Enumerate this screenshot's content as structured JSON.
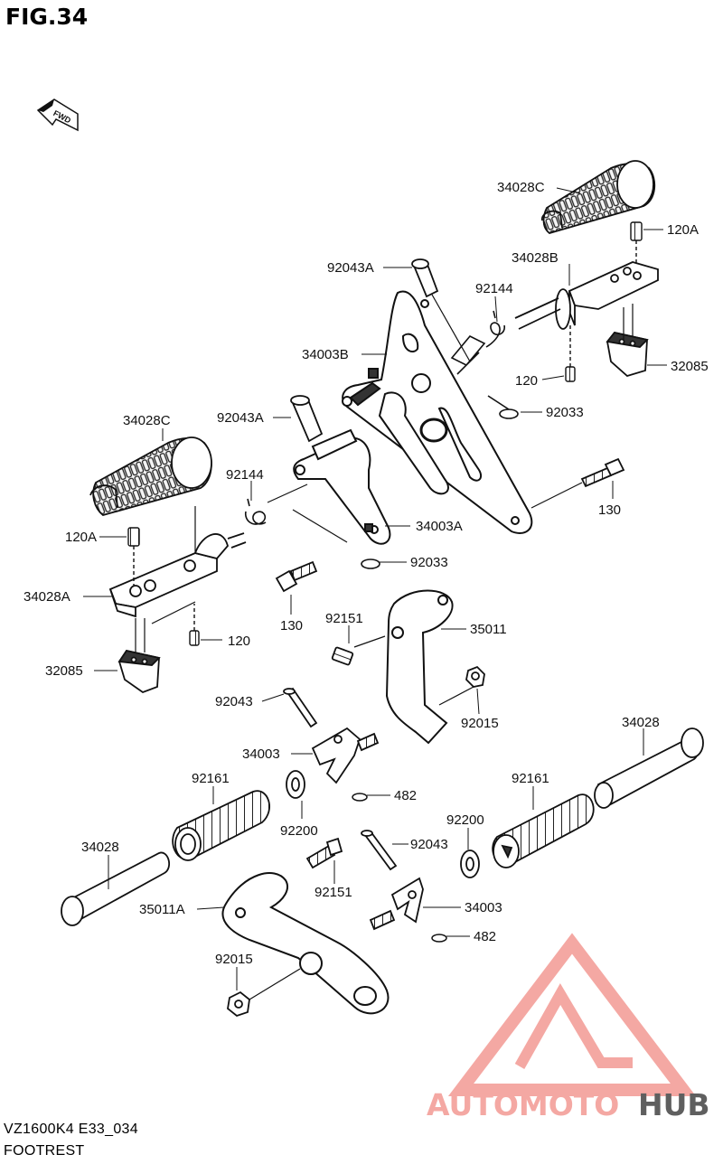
{
  "figure": {
    "title": "FIG.34",
    "direction_marker": "FWD",
    "model_code": "VZ1600K4 E33_034",
    "section_name": "FOOTREST"
  },
  "watermark": {
    "part1": "AUTOMOTO",
    "part2": "HUB",
    "color_primary": "#f39a93",
    "color_secondary": "#444444",
    "icon": "triangle-logo-icon"
  },
  "part_labels": {
    "p34028C_top": "34028C",
    "p120A_top": "120A",
    "p34028B": "34028B",
    "p92043A_top": "92043A",
    "p92144_top": "92144",
    "p34003B": "34003B",
    "p120_top": "120",
    "p32085_top": "32085",
    "p92033_top": "92033",
    "p34028C_left": "34028C",
    "p92043A_mid": "92043A",
    "p92144_left": "92144",
    "p130_right": "130",
    "p34003A": "34003A",
    "p120A_left": "120A",
    "p92033_mid": "92033",
    "p34028A": "34028A",
    "p130_left": "130",
    "p120_left": "120",
    "p92151_top": "92151",
    "p35011": "35011",
    "p32085_left": "32085",
    "p92043_mid": "92043",
    "p92015_right": "92015",
    "p34003_mid": "34003",
    "p34028_right": "34028",
    "p482_mid": "482",
    "p92161_left": "92161",
    "p92161_right": "92161",
    "p92200_left": "92200",
    "p92200_right": "92200",
    "p34028_left": "34028",
    "p92043_low": "92043",
    "p92151_low": "92151",
    "p35011A": "35011A",
    "p34003_low": "34003",
    "p482_low": "482",
    "p92015_low": "92015"
  }
}
